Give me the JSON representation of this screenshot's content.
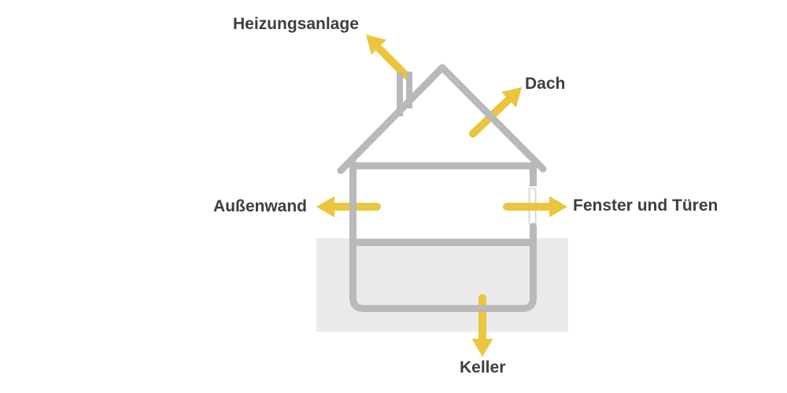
{
  "colors": {
    "arrow": "#e9c63d",
    "house": "#b9b9b9",
    "ground": "#eaeaea",
    "text": "#3f3f3f",
    "window_frame": "#dadada",
    "background": "#ffffff"
  },
  "diagram": {
    "type": "house-heat-loss-diagram",
    "labels": {
      "heating_system": "Heizungsanlage",
      "roof": "Dach",
      "exterior_wall": "Außenwand",
      "windows_and_doors": "Fenster und Türen",
      "basement": "Keller"
    },
    "arrows": [
      {
        "name": "heating-loss-arrow-icon",
        "direction": "up-left",
        "origin": "chimney"
      },
      {
        "name": "roof-loss-arrow-icon",
        "direction": "up-right",
        "origin": "roof-slope"
      },
      {
        "name": "wall-loss-arrow-icon",
        "direction": "left",
        "origin": "left-wall"
      },
      {
        "name": "window-loss-arrow-icon",
        "direction": "right",
        "origin": "window"
      },
      {
        "name": "basement-loss-arrow-icon",
        "direction": "down",
        "origin": "basement-floor"
      }
    ]
  }
}
